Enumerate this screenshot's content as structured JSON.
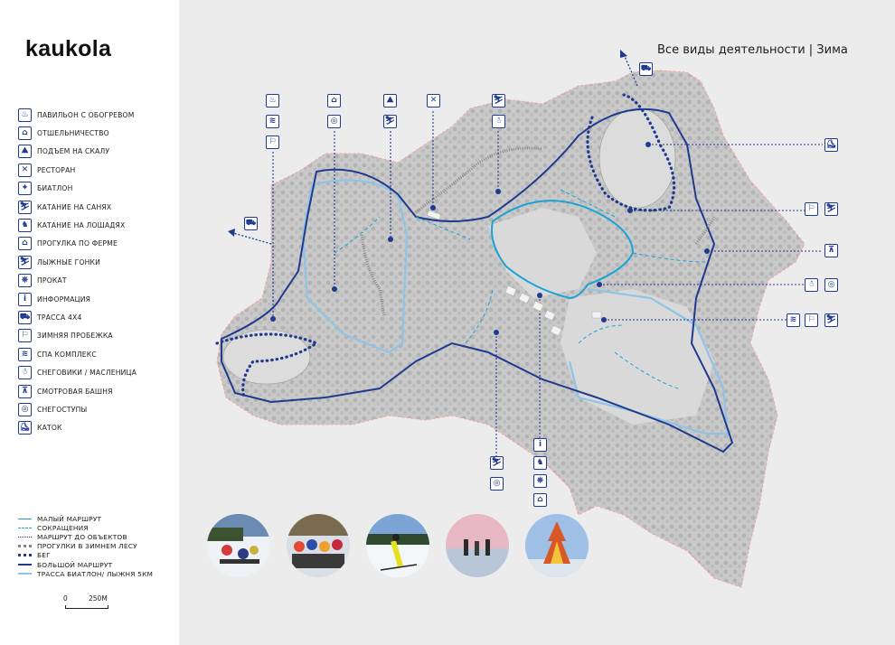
{
  "brand": {
    "logo_text": "kaukola"
  },
  "map": {
    "title": "Все виды деятельности | Зима"
  },
  "colors": {
    "primary_blue": "#1f3a8f",
    "light_blue": "#8ec5e6",
    "cyan": "#19a3d6",
    "map_bg": "#ececec",
    "boundary_pink": "#f3a3a3"
  },
  "legend": {
    "activities": [
      {
        "icon": "heated-pavilion-icon",
        "glyph": "♨",
        "label": "ПАВИЛЬОН С ОБОГРЕВОМ"
      },
      {
        "icon": "hermitage-icon",
        "glyph": "⌂",
        "label": "ОТШЕЛЬНИЧЕСТВО"
      },
      {
        "icon": "rock-climbing-icon",
        "glyph": "⛰",
        "label": "ПОДЪЕМ НА СКАЛУ"
      },
      {
        "icon": "restaurant-icon",
        "glyph": "✕",
        "label": "РЕСТОРАН"
      },
      {
        "icon": "biathlon-icon",
        "glyph": "⌖",
        "label": "БИАТЛОН"
      },
      {
        "icon": "sledding-icon",
        "glyph": "⛷",
        "label": "КАТАНИЕ НА САНЯХ"
      },
      {
        "icon": "horse-riding-icon",
        "glyph": "♞",
        "label": "КАТАНИЕ НА ЛОШАДЯХ"
      },
      {
        "icon": "farm-walk-icon",
        "glyph": "⌂",
        "label": "ПРОГУЛКА ПО ФЕРМЕ"
      },
      {
        "icon": "ski-race-icon",
        "glyph": "⛷",
        "label": "ЛЫЖНЫЕ ГОНКИ"
      },
      {
        "icon": "rental-icon",
        "glyph": "⎈",
        "label": "ПРОКАТ"
      },
      {
        "icon": "information-icon",
        "glyph": "i",
        "label": "ИНФОРМАЦИЯ"
      },
      {
        "icon": "offroad-4x4-icon",
        "glyph": "⛟",
        "label": "ТРАССА 4Х4"
      },
      {
        "icon": "winter-run-icon",
        "glyph": "⚐",
        "label": "ЗИМНЯЯ ПРОБЕЖКА"
      },
      {
        "icon": "spa-icon",
        "glyph": "≋",
        "label": "СПА КОМПЛЕКС"
      },
      {
        "icon": "snowman-icon",
        "glyph": "☃",
        "label": "СНЕГОВИКИ / МАСЛЕНИЦА"
      },
      {
        "icon": "observation-tower-icon",
        "glyph": "⊼",
        "label": "СМОТРОВАЯ БАШНЯ"
      },
      {
        "icon": "snowshoe-icon",
        "glyph": "◎",
        "label": "СНЕГОСТУПЫ"
      },
      {
        "icon": "skating-rink-icon",
        "glyph": "⛸",
        "label": "КАТОК"
      }
    ],
    "routes": [
      {
        "style": "small-route",
        "label": "МАЛЫЙ МАРШРУТ"
      },
      {
        "style": "shortcut",
        "label": "СОКРАЩЕНИЯ"
      },
      {
        "style": "to-objects",
        "label": "МАРШРУТ ДО ОБЪЕКТОВ"
      },
      {
        "style": "forest-walk",
        "label": "ПРОГУЛКИ В ЗИМНЕМ ЛЕСУ"
      },
      {
        "style": "run",
        "label": "БЕГ"
      },
      {
        "style": "big-route",
        "label": "БОЛЬШОЙ МАРШРУТ"
      },
      {
        "style": "biathlon-track",
        "label": "ТРАССА БИАТЛОН/ ЛЫЖНЯ 5КМ"
      }
    ]
  },
  "scale": {
    "zero": "0",
    "distance": "250М"
  },
  "photos": [
    {
      "subject": "sledding-photo"
    },
    {
      "subject": "ski-group-photo"
    },
    {
      "subject": "cross-country-ski-photo"
    },
    {
      "subject": "ice-skating-photo"
    },
    {
      "subject": "maslenitsa-bonfire-photo"
    }
  ],
  "map_badges": [
    {
      "icon": "heated-pavilion-icon",
      "glyph": "♨"
    },
    {
      "icon": "spa-icon",
      "glyph": "≋"
    },
    {
      "icon": "winter-run-icon",
      "glyph": "⚐"
    },
    {
      "icon": "hermitage-icon",
      "glyph": "⌂"
    },
    {
      "icon": "snowshoe-icon",
      "glyph": "◎"
    },
    {
      "icon": "rock-climbing-icon",
      "glyph": "⛰"
    },
    {
      "icon": "sledding-icon",
      "glyph": "⛷"
    },
    {
      "icon": "restaurant-icon",
      "glyph": "✕"
    },
    {
      "icon": "sledding-icon",
      "glyph": "⛷"
    },
    {
      "icon": "snowman-icon",
      "glyph": "☃"
    },
    {
      "icon": "offroad-4x4-icon",
      "glyph": "⛟"
    },
    {
      "icon": "offroad-4x4-icon",
      "glyph": "⛟"
    },
    {
      "icon": "skating-rink-icon",
      "glyph": "⛸"
    },
    {
      "icon": "winter-run-icon",
      "glyph": "⚐"
    },
    {
      "icon": "ski-race-icon",
      "glyph": "⛷"
    },
    {
      "icon": "observation-tower-icon",
      "glyph": "⊼"
    },
    {
      "icon": "snowman-icon",
      "glyph": "☃"
    },
    {
      "icon": "snowshoe-icon",
      "glyph": "◎"
    },
    {
      "icon": "spa-icon",
      "glyph": "≋"
    },
    {
      "icon": "winter-run-icon",
      "glyph": "⚐"
    },
    {
      "icon": "ski-race-icon",
      "glyph": "⛷"
    },
    {
      "icon": "sledding-icon",
      "glyph": "⛷"
    },
    {
      "icon": "snowshoe-icon",
      "glyph": "◎"
    },
    {
      "icon": "information-icon",
      "glyph": "i"
    },
    {
      "icon": "horse-riding-icon",
      "glyph": "♞"
    },
    {
      "icon": "rental-icon",
      "glyph": "⎈"
    },
    {
      "icon": "farm-walk-icon",
      "glyph": "⌂"
    }
  ]
}
